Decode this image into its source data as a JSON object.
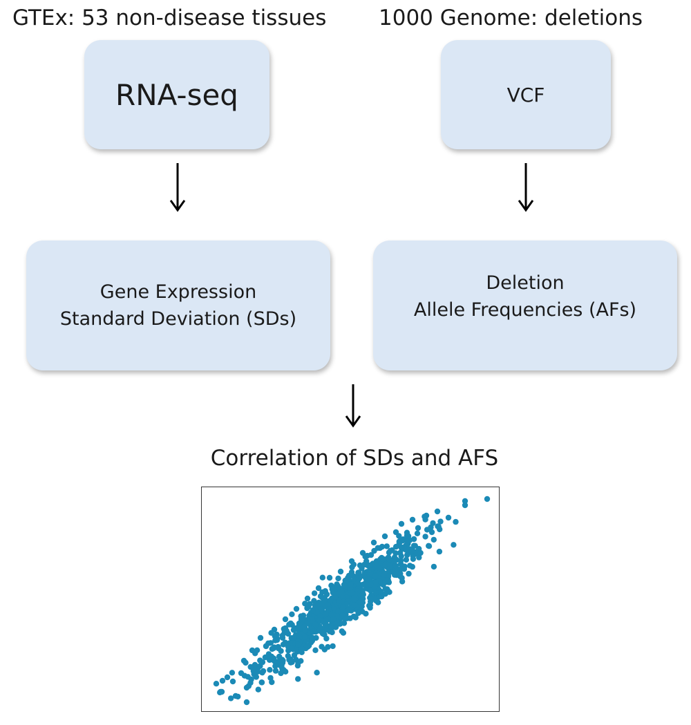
{
  "left_column": {
    "source_label": "GTEx: 53 non-disease tissues",
    "input_box": "RNA-seq",
    "output_box": [
      "Gene Expression",
      "Standard Deviation (SDs)"
    ]
  },
  "right_column": {
    "source_label": "1000 Genome: deletions",
    "input_box": "VCF",
    "output_box": [
      "Deletion",
      "Allele Frequencies (AFs)"
    ]
  },
  "result": {
    "title": "Correlation of SDs and AFS"
  },
  "colors": {
    "box_fill": "#dbe7f5",
    "point_color": "#1b8ab6",
    "arrow": "#000000"
  },
  "chart_data": {
    "type": "scatter",
    "title": "",
    "xlabel": "",
    "ylabel": "",
    "x_ticks": 8,
    "y_ticks": 8,
    "tick_labels_shown": false,
    "trend": "strong positive linear correlation",
    "n_points": 900,
    "points": [
      [
        0.02,
        0.05
      ],
      [
        0.04,
        0.12
      ],
      [
        0.06,
        0.1
      ],
      [
        0.07,
        0.03
      ],
      [
        0.09,
        0.14
      ],
      [
        0.1,
        0.2
      ],
      [
        0.11,
        0.07
      ],
      [
        0.13,
        0.25
      ],
      [
        0.14,
        0.18
      ],
      [
        0.16,
        0.31
      ],
      [
        0.17,
        0.15
      ],
      [
        0.18,
        0.27
      ],
      [
        0.2,
        0.22
      ],
      [
        0.21,
        0.35
      ],
      [
        0.22,
        0.3
      ],
      [
        0.24,
        0.19
      ],
      [
        0.25,
        0.4
      ],
      [
        0.26,
        0.33
      ],
      [
        0.28,
        0.28
      ],
      [
        0.29,
        0.45
      ],
      [
        0.3,
        0.38
      ],
      [
        0.32,
        0.36
      ],
      [
        0.33,
        0.5
      ],
      [
        0.34,
        0.42
      ],
      [
        0.36,
        0.47
      ],
      [
        0.37,
        0.55
      ],
      [
        0.38,
        0.41
      ],
      [
        0.4,
        0.52
      ],
      [
        0.41,
        0.6
      ],
      [
        0.42,
        0.48
      ],
      [
        0.44,
        0.56
      ],
      [
        0.45,
        0.63
      ],
      [
        0.46,
        0.53
      ],
      [
        0.48,
        0.61
      ],
      [
        0.49,
        0.68
      ],
      [
        0.5,
        0.58
      ],
      [
        0.52,
        0.66
      ],
      [
        0.53,
        0.72
      ],
      [
        0.54,
        0.62
      ],
      [
        0.56,
        0.71
      ],
      [
        0.57,
        0.77
      ],
      [
        0.58,
        0.68
      ],
      [
        0.6,
        0.75
      ],
      [
        0.61,
        0.8
      ],
      [
        0.63,
        0.73
      ],
      [
        0.65,
        0.82
      ],
      [
        0.67,
        0.86
      ],
      [
        0.69,
        0.78
      ],
      [
        0.71,
        0.88
      ],
      [
        0.73,
        0.84
      ],
      [
        0.76,
        0.9
      ],
      [
        0.78,
        0.82
      ],
      [
        0.8,
        0.92
      ],
      [
        0.84,
        0.89
      ],
      [
        0.9,
        0.97
      ],
      [
        0.98,
        0.98
      ]
    ]
  }
}
